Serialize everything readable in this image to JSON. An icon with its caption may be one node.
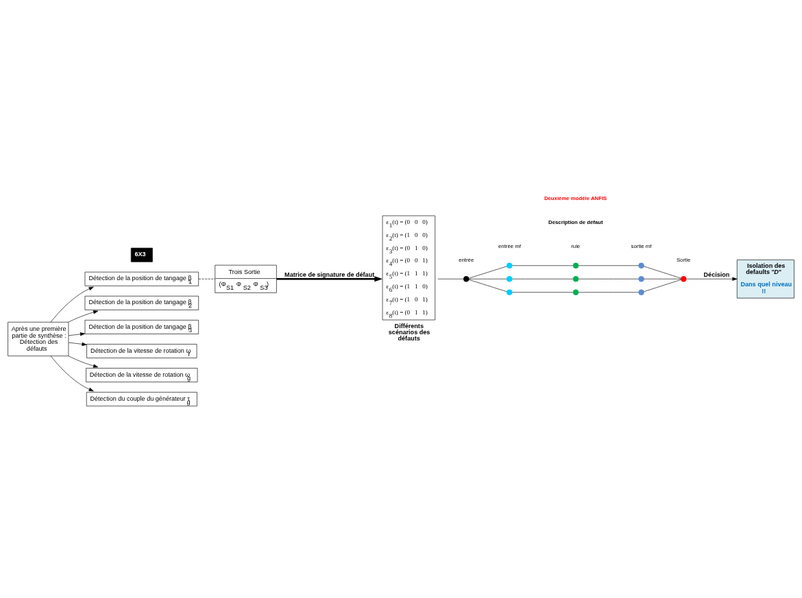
{
  "diagram": {
    "nodes": [
      {
        "text": [
          "Après une première partie de synthèse : Détection des défauts"
        ]
      },
      {
        "text": [
          "Détection de la position de tangage β$_{1}$"
        ]
      },
      {
        "text": [
          "Détection de la position de tangage β$_{2}$"
        ]
      },
      {
        "text": [
          "Détection de la position de tangage β$_{3}$"
        ]
      },
      {
        "text": [
          "Détection de la vitesse de rotation ω$_{r}$"
        ]
      },
      {
        "text": [
          "Détection de la vitesse de rotation ω$_{g}$"
        ]
      },
      {
        "text": [
          "Détection du couple du générateur τ$_{g}$"
        ]
      },
      {
        "text": [
          "6X3"
        ]
      },
      {
        "text": [
          "Trois Sortie",
          "(Φ$_{S1}$   Φ$_{S2}$   Φ$_{S3}$)"
        ]
      },
      {
        "text": [
          "ε$_{1}$(t) = (0   0   0)",
          "ε$_{2}$(t) = (1   0   0)",
          "ε$_{3}$(t) = (0   1   0)",
          "ε$_{4}$(t) = (0   0   1)",
          "ε$_{5}$(t) = (1   1   1)",
          "ε$_{6}$(t) = (1   1   0)",
          "ε$_{7}$(t) = (1   0   1)",
          "ε$_{8}$(t) = (0   1   1)"
        ],
        "beside": [
          "Différents scénarios des défauts"
        ]
      },
      {
        "text": [
          "Isolation des defaults \"*D*\"",
          "Dans quel niveau !!"
        ]
      },
      {
        "text": [],
        "shape": "circle"
      },
      {
        "text": [],
        "shape": "circle"
      },
      {
        "text": [],
        "shape": "circle"
      },
      {
        "text": [],
        "shape": "circle"
      },
      {
        "text": [],
        "shape": "circle"
      },
      {
        "text": [],
        "shape": "circle"
      },
      {
        "text": [],
        "shape": "circle"
      },
      {
        "text": [],
        "shape": "circle"
      },
      {
        "text": [],
        "shape": "circle"
      },
      {
        "text": [],
        "shape": "circle"
      },
      {
        "text": [],
        "shape": "circle"
      }
    ],
    "edges": [
      {
        "from": 0,
        "to": 1,
        "arrow": "to"
      },
      {
        "from": 0,
        "to": 2,
        "arrow": "to"
      },
      {
        "from": 0,
        "to": 3,
        "arrow": "to"
      },
      {
        "from": 0,
        "to": 4,
        "arrow": "to"
      },
      {
        "from": 0,
        "to": 5,
        "arrow": "to"
      },
      {
        "from": 0,
        "to": 6,
        "arrow": "to"
      },
      {
        "from": 1,
        "to": 8,
        "arrow": "none",
        "style": "dashed"
      },
      {
        "from": 8,
        "to": 9,
        "arrow": "to",
        "label": "Matrice de signature de défaut",
        "style": "thick"
      },
      {
        "from": 9,
        "to": 21,
        "arrow": "none"
      },
      {
        "from": 21,
        "to": 18,
        "arrow": "none"
      },
      {
        "from": 21,
        "to": 19,
        "arrow": "none"
      },
      {
        "from": 21,
        "to": 20,
        "arrow": "none"
      },
      {
        "from": 18,
        "to": 15,
        "arrow": "none"
      },
      {
        "from": 19,
        "to": 16,
        "arrow": "none"
      },
      {
        "from": 20,
        "to": 17,
        "arrow": "none"
      },
      {
        "from": 15,
        "to": 12,
        "arrow": "none"
      },
      {
        "from": 16,
        "to": 13,
        "arrow": "none"
      },
      {
        "from": 17,
        "to": 14,
        "arrow": "none"
      },
      {
        "from": 12,
        "to": 11,
        "arrow": "none"
      },
      {
        "from": 13,
        "to": 11,
        "arrow": "none"
      },
      {
        "from": 14,
        "to": 11,
        "arrow": "none"
      },
      {
        "from": 11,
        "to": 10,
        "arrow": "to",
        "label": "Décision"
      }
    ],
    "labels": [
      "Sortie",
      "sortie mf",
      "rule",
      "entrée mf",
      "entrée",
      "Description de défaut",
      "Deuxième modèle ANFIS"
    ]
  }
}
